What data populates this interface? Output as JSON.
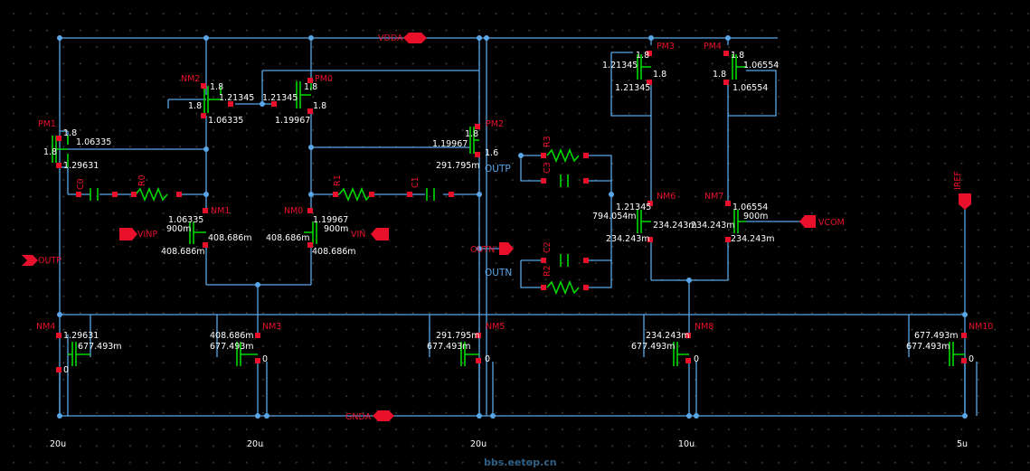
{
  "ports": {
    "vdda": "VDDA",
    "gnda": "GNDA",
    "outp_left": "OUTP",
    "outp_mid": "OUTP",
    "outn_mid": "OUTN",
    "outn_right": "OUTN",
    "vinp": "VINP",
    "vinn": "VIN",
    "vcom": "VCOM",
    "iref": "IREF"
  },
  "devices": {
    "pm1": "PM1",
    "pm0": "PM0",
    "pm2": "PM2",
    "pm3": "PM3",
    "pm4": "PM4",
    "nm2": "NM2",
    "nm1": "NM1",
    "nm0": "NM0",
    "nm6": "NM6",
    "nm7": "NM7",
    "nm4": "NM4",
    "nm3": "NM3",
    "nm5": "NM5",
    "nm8": "NM8",
    "nm10": "NM10",
    "c0": "C0",
    "c1": "C1",
    "c2": "C2",
    "c3": "C3",
    "r0": "R0",
    "r1": "R1",
    "r2": "R2",
    "r3": "R3"
  },
  "values": {
    "pm1_g": "1.8",
    "pm1_s": "1.8",
    "pm1_d": "1.06335",
    "pm1_b": "1.29631",
    "nm2_a": "1.8",
    "nm2_b": "1.21345",
    "nm2_c": "1.8",
    "nm2_d": "1.06335",
    "pm0_a": "1.21345",
    "pm0_b": "1.8",
    "pm0_c": "1.8",
    "pm0_d": "1.19967",
    "pm2_a": "1.8",
    "pm2_b": "1.19967",
    "pm2_c": "1.6",
    "pm2_d": "291.795m",
    "pm3_a": "1.8",
    "pm3_b": "1.21345",
    "pm3_c": "1.8",
    "pm3_d": "1.21345",
    "pm4_a": "1.8",
    "pm4_b": "1.06554",
    "pm4_c": "1.8",
    "pm4_d": "1.06554",
    "nm1_a": "1.06335",
    "nm1_b": "900m",
    "nm1_c": "408.686m",
    "nm1_d": "408.686m",
    "nm0_a": "1.19967",
    "nm0_b": "900m",
    "nm0_c": "408.686m",
    "nm0_d": "408.686m",
    "nm6_a": "1.21345",
    "nm6_b": "794.054m",
    "nm6_c": "234.243m",
    "nm6_d": "234.243m",
    "nm7_a": "1.06554",
    "nm7_b": "900m",
    "nm7_c": "234.243m",
    "nm7_d": "234.243m",
    "nm4_a": "1.29631",
    "nm4_b": "677.493m",
    "nm4_c": "0",
    "nm3_a": "408.686m",
    "nm3_b": "677.493m",
    "nm3_c": "0",
    "nm5_a": "291.795m",
    "nm5_b": "677.493m",
    "nm5_c": "0",
    "nm8_a": "234.243m",
    "nm8_b": "677.493m",
    "nm8_c": "0",
    "nm10_a": "677.493m",
    "nm10_b": "677.493m",
    "nm10_c": "0"
  },
  "currents": [
    "20u",
    "20u",
    "20u",
    "10u",
    "5u"
  ],
  "watermark": "bbs.eetop.cn",
  "colors": {
    "background": "#000000",
    "wire": "#5aa6e6",
    "device": "#00d800",
    "label": "#e8102a",
    "value": "#ffffff"
  }
}
